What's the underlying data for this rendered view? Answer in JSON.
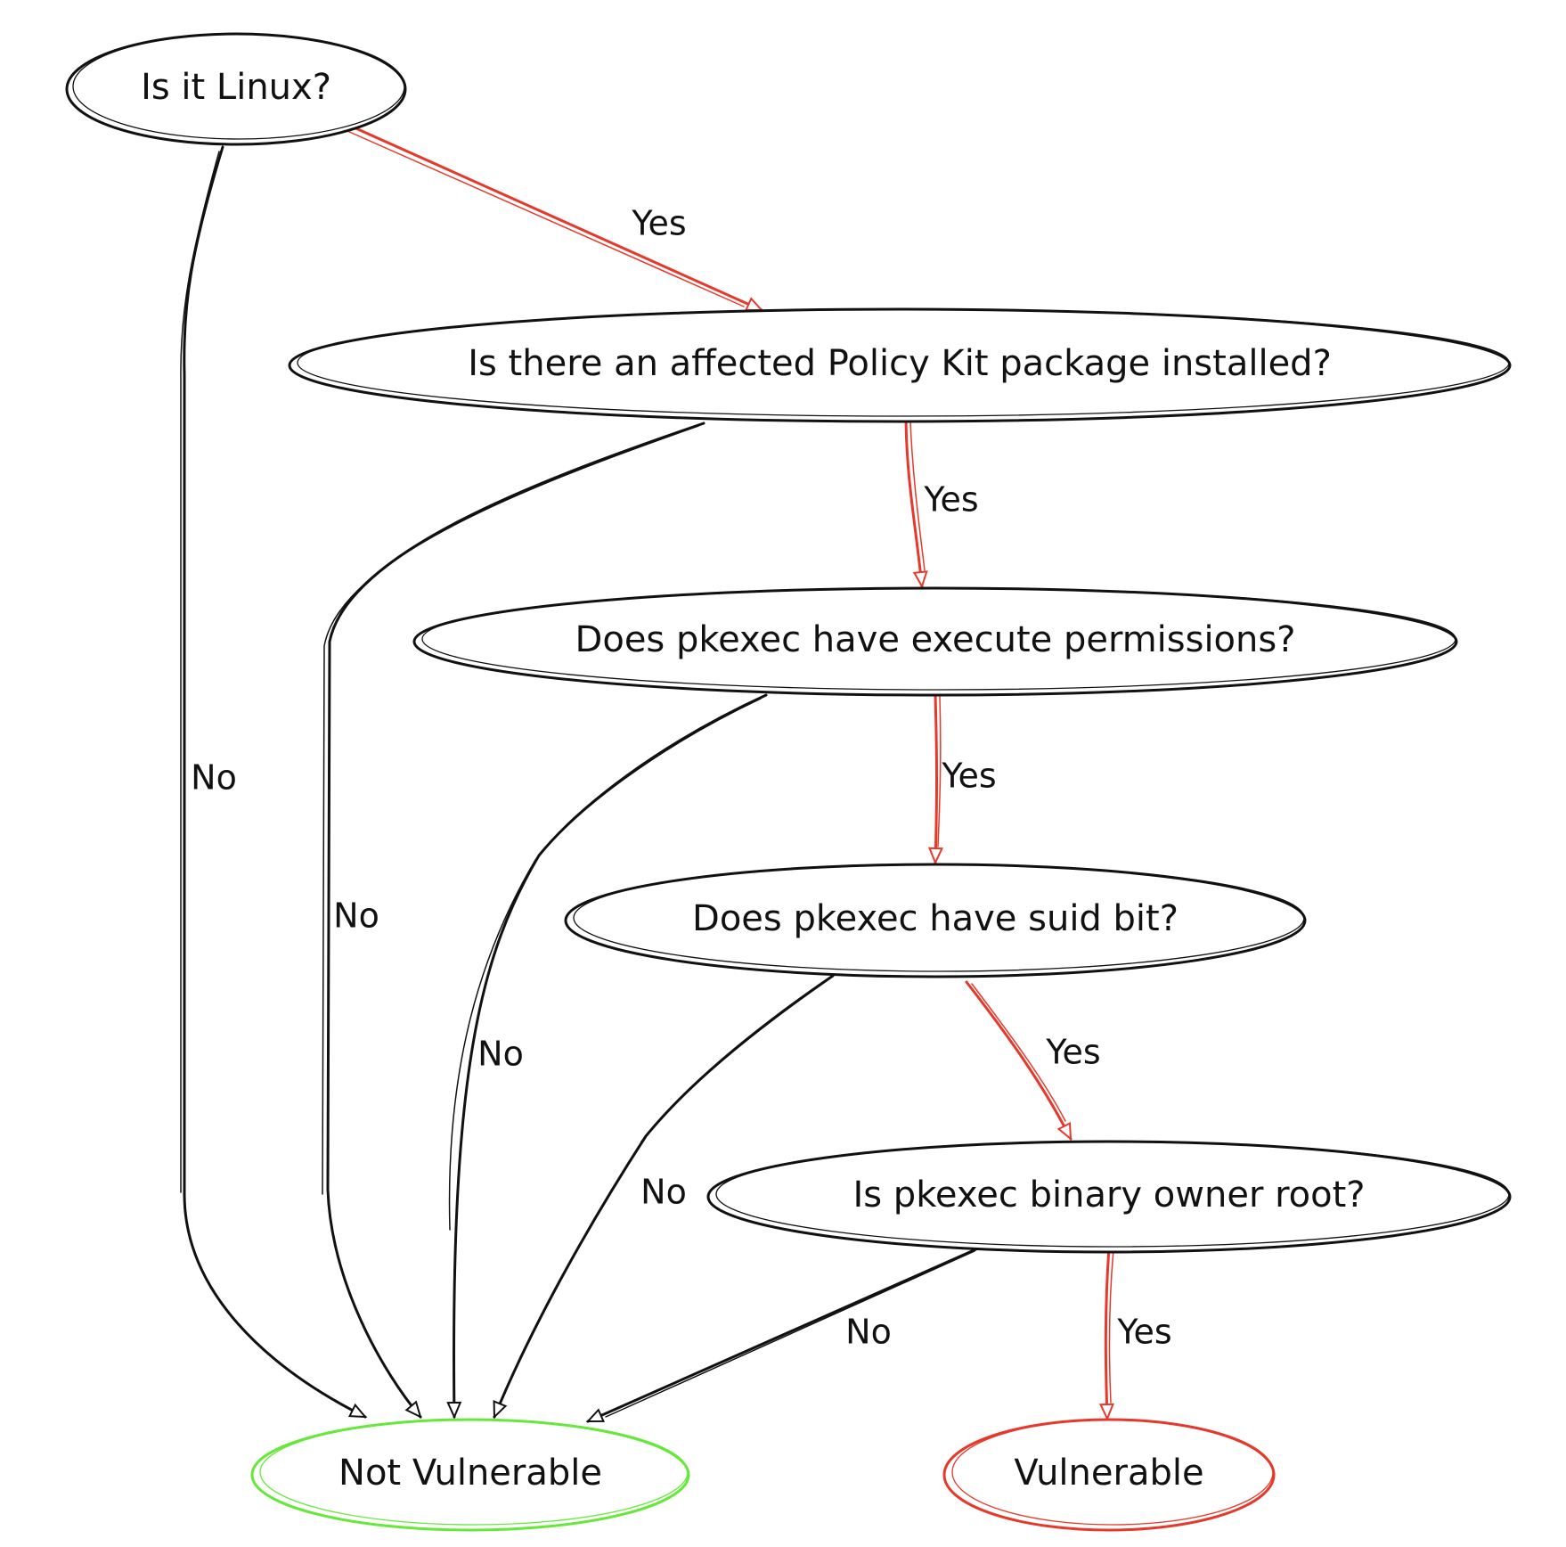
{
  "diagram": {
    "nodes": {
      "linux": {
        "label": "Is it Linux?"
      },
      "polkit": {
        "label": "Is there an affected Policy Kit package installed?"
      },
      "exec": {
        "label": "Does pkexec have execute permissions?"
      },
      "suid": {
        "label": "Does pkexec have suid bit?"
      },
      "owner": {
        "label": "Is pkexec binary owner root?"
      },
      "not_vulnerable": {
        "label": "Not Vulnerable"
      },
      "vulnerable": {
        "label": "Vulnerable"
      }
    },
    "edges": {
      "linux_yes": {
        "label": "Yes"
      },
      "linux_no": {
        "label": "No"
      },
      "polkit_yes": {
        "label": "Yes"
      },
      "polkit_no": {
        "label": "No"
      },
      "exec_yes": {
        "label": "Yes"
      },
      "exec_no": {
        "label": "No"
      },
      "suid_yes": {
        "label": "Yes"
      },
      "suid_no": {
        "label": "No"
      },
      "owner_yes": {
        "label": "Yes"
      },
      "owner_no": {
        "label": "No"
      }
    },
    "colors": {
      "ink": "#111111",
      "yes_edge": "#e5392b",
      "safe_node": "#66e83a",
      "danger_node": "#e5392b"
    }
  }
}
